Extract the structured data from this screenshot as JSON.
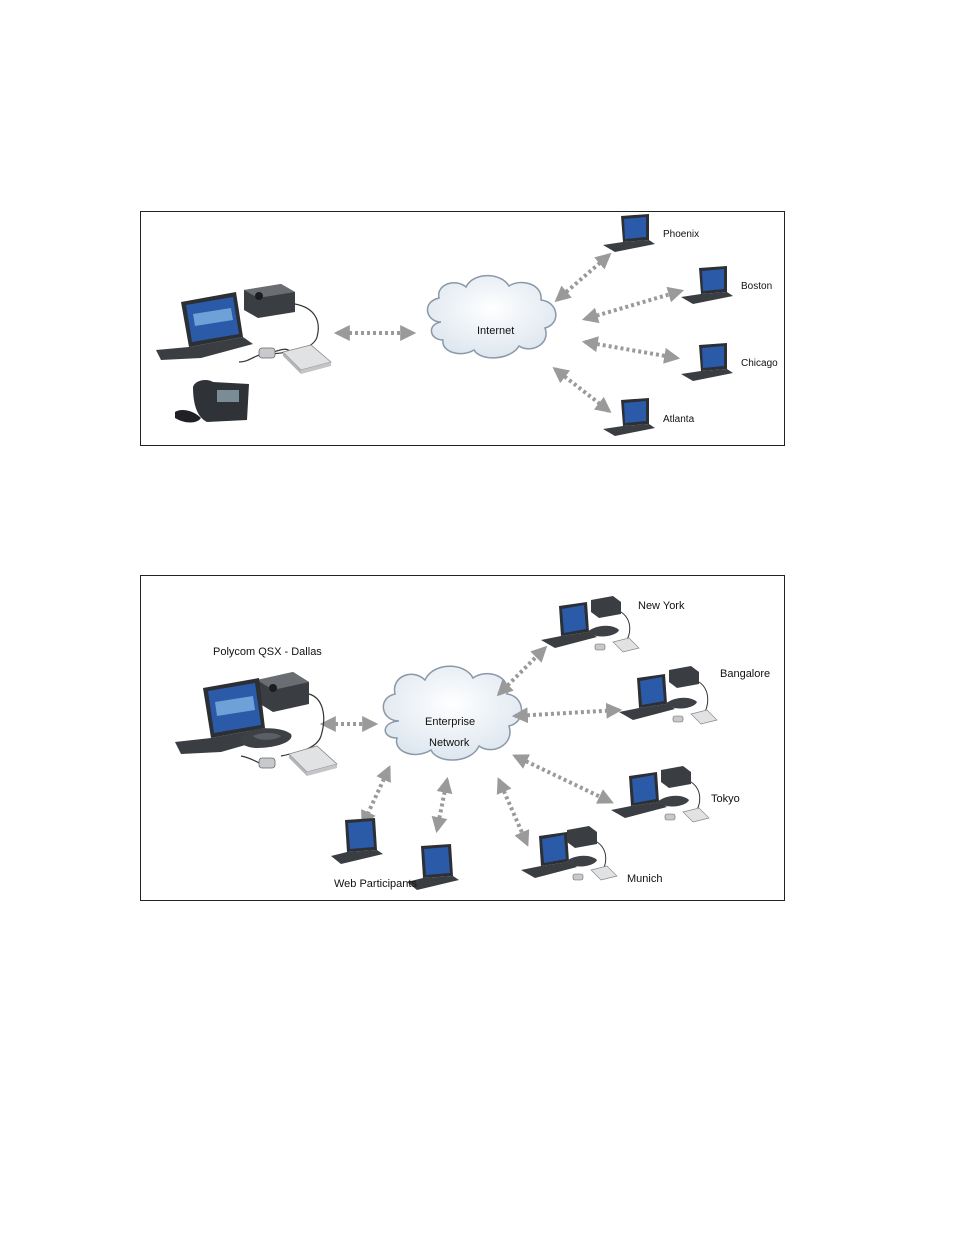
{
  "diagram1": {
    "cloud_label": "Internet",
    "sites": {
      "phoenix": "Phoenix",
      "boston": "Boston",
      "chicago": "Chicago",
      "atlanta": "Atlanta"
    }
  },
  "diagram2": {
    "cloud_label_line1": "Enterprise",
    "cloud_label_line2": "Network",
    "hub_label": "Polycom QSX - Dallas",
    "web_label": "Web Participants",
    "sites": {
      "new_york": "New York",
      "bangalore": "Bangalore",
      "tokyo": "Tokyo",
      "munich": "Munich"
    }
  },
  "colors": {
    "arrow": "#9a9a9a",
    "cloud_fill": "#eef3f8",
    "cloud_stroke": "#8a98a8",
    "laptop_body": "#3a3d42",
    "laptop_screen": "#2a5aa8",
    "device_grey": "#d9dadc"
  }
}
